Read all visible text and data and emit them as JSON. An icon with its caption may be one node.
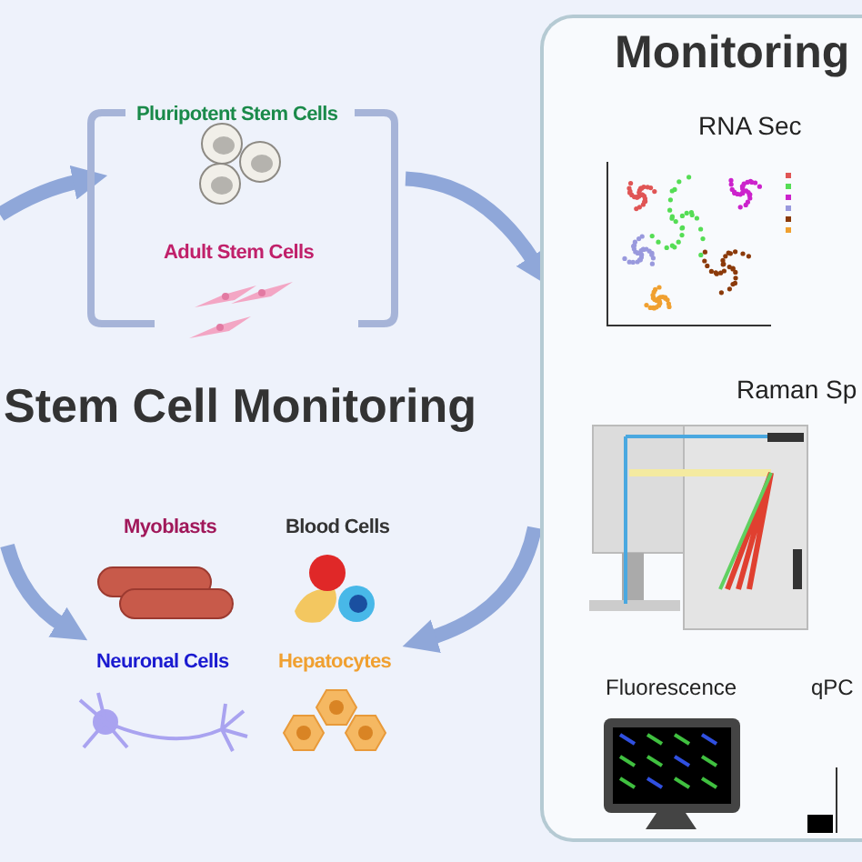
{
  "diagram": {
    "title": "Stem Cell Monitoring",
    "nodes": [
      {
        "text": [
          "Pluripotent Stem Cells",
          "Adult Stem Cells"
        ]
      },
      {
        "text": [
          "Monitoring"
        ]
      },
      {
        "text": [
          "Myoblasts",
          "Blood Cells",
          "Neuronal Cells",
          "Hepatocytes"
        ]
      }
    ],
    "edges": [
      {
        "from": null,
        "to": 0,
        "arrow": "to"
      },
      {
        "from": 0,
        "to": 1,
        "arrow": "to"
      },
      {
        "from": 1,
        "to": 2,
        "arrow": "to"
      },
      {
        "from": null,
        "to": 2,
        "arrow": "to"
      }
    ],
    "labels": [
      "RNA Sec",
      "Raman Sp",
      "Fluorescence",
      "qPC"
    ]
  }
}
